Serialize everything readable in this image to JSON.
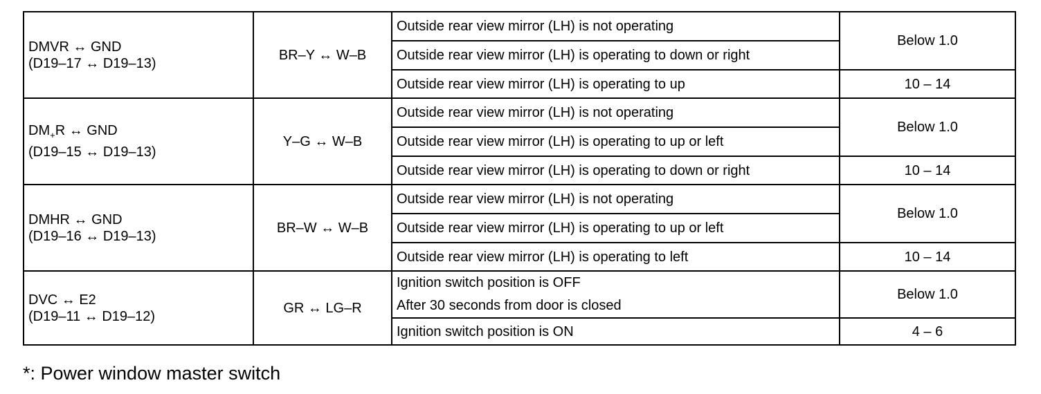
{
  "groups": [
    {
      "terminal_line1": "DMVR ↔ GND",
      "terminal_line2": "(D19–17 ↔ D19–13)",
      "wiring": "BR–Y ↔ W–B",
      "conditions": [
        "Outside rear view mirror (LH) is not operating",
        "Outside rear view mirror (LH) is operating to down or right",
        "Outside rear view mirror (LH) is operating to up"
      ],
      "spec_low": "Below 1.0",
      "spec_high": "10 – 14"
    },
    {
      "terminal_line1_pre": "DM",
      "terminal_line1_sub": "+",
      "terminal_line1_post": "R ↔ GND",
      "terminal_line2": "(D19–15 ↔ D19–13)",
      "wiring": "Y–G ↔ W–B",
      "conditions": [
        "Outside rear view mirror (LH) is not operating",
        "Outside rear view mirror (LH) is operating to up or left",
        "Outside rear view mirror (LH) is operating to down or right"
      ],
      "spec_low": "Below 1.0",
      "spec_high": "10 – 14"
    },
    {
      "terminal_line1": "DMHR ↔ GND",
      "terminal_line2": "(D19–16 ↔ D19–13)",
      "wiring": "BR–W ↔ W–B",
      "conditions": [
        "Outside rear view mirror (LH) is not operating",
        "Outside rear view mirror (LH) is operating to up or left",
        "Outside rear view mirror (LH) is operating to left"
      ],
      "spec_low": "Below 1.0",
      "spec_high": "10 – 14"
    },
    {
      "terminal_line1": "DVC ↔ E2",
      "terminal_line2": "(D19–11 ↔ D19–12)",
      "wiring": "GR ↔ LG–R",
      "condition1_line1": "Ignition switch position is OFF",
      "condition1_line2": "After 30 seconds from door is closed",
      "condition2": "Ignition switch position is ON",
      "spec_low": "Below 1.0",
      "spec_high": "4 – 6"
    }
  ],
  "footnote": "*: Power window master switch"
}
